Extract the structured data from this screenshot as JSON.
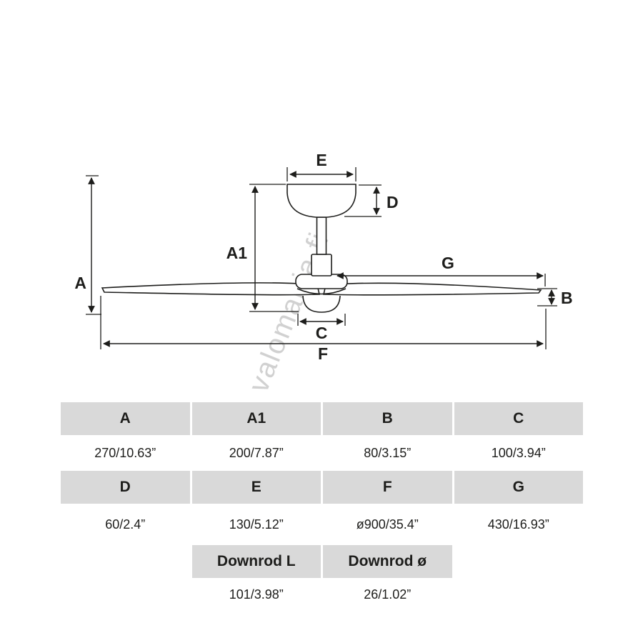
{
  "watermark": "valomania.fi",
  "diagram": {
    "labels": {
      "A": "A",
      "A1": "A1",
      "B": "B",
      "C": "C",
      "D": "D",
      "E": "E",
      "F": "F",
      "G": "G"
    }
  },
  "table": {
    "rows": [
      {
        "headers": [
          "A",
          "A1",
          "B",
          "C"
        ],
        "values": [
          "270/10.63”",
          "200/7.87”",
          "80/3.15”",
          "100/3.94”"
        ]
      },
      {
        "headers": [
          "D",
          "E",
          "F",
          "G"
        ],
        "values": [
          "60/2.4”",
          "130/5.12”",
          "ø900/35.4”",
          "430/16.93”"
        ]
      },
      {
        "headers": [
          "Downrod L",
          "Downrod ø"
        ],
        "values": [
          "101/3.98”",
          "26/1.02”"
        ]
      }
    ]
  }
}
